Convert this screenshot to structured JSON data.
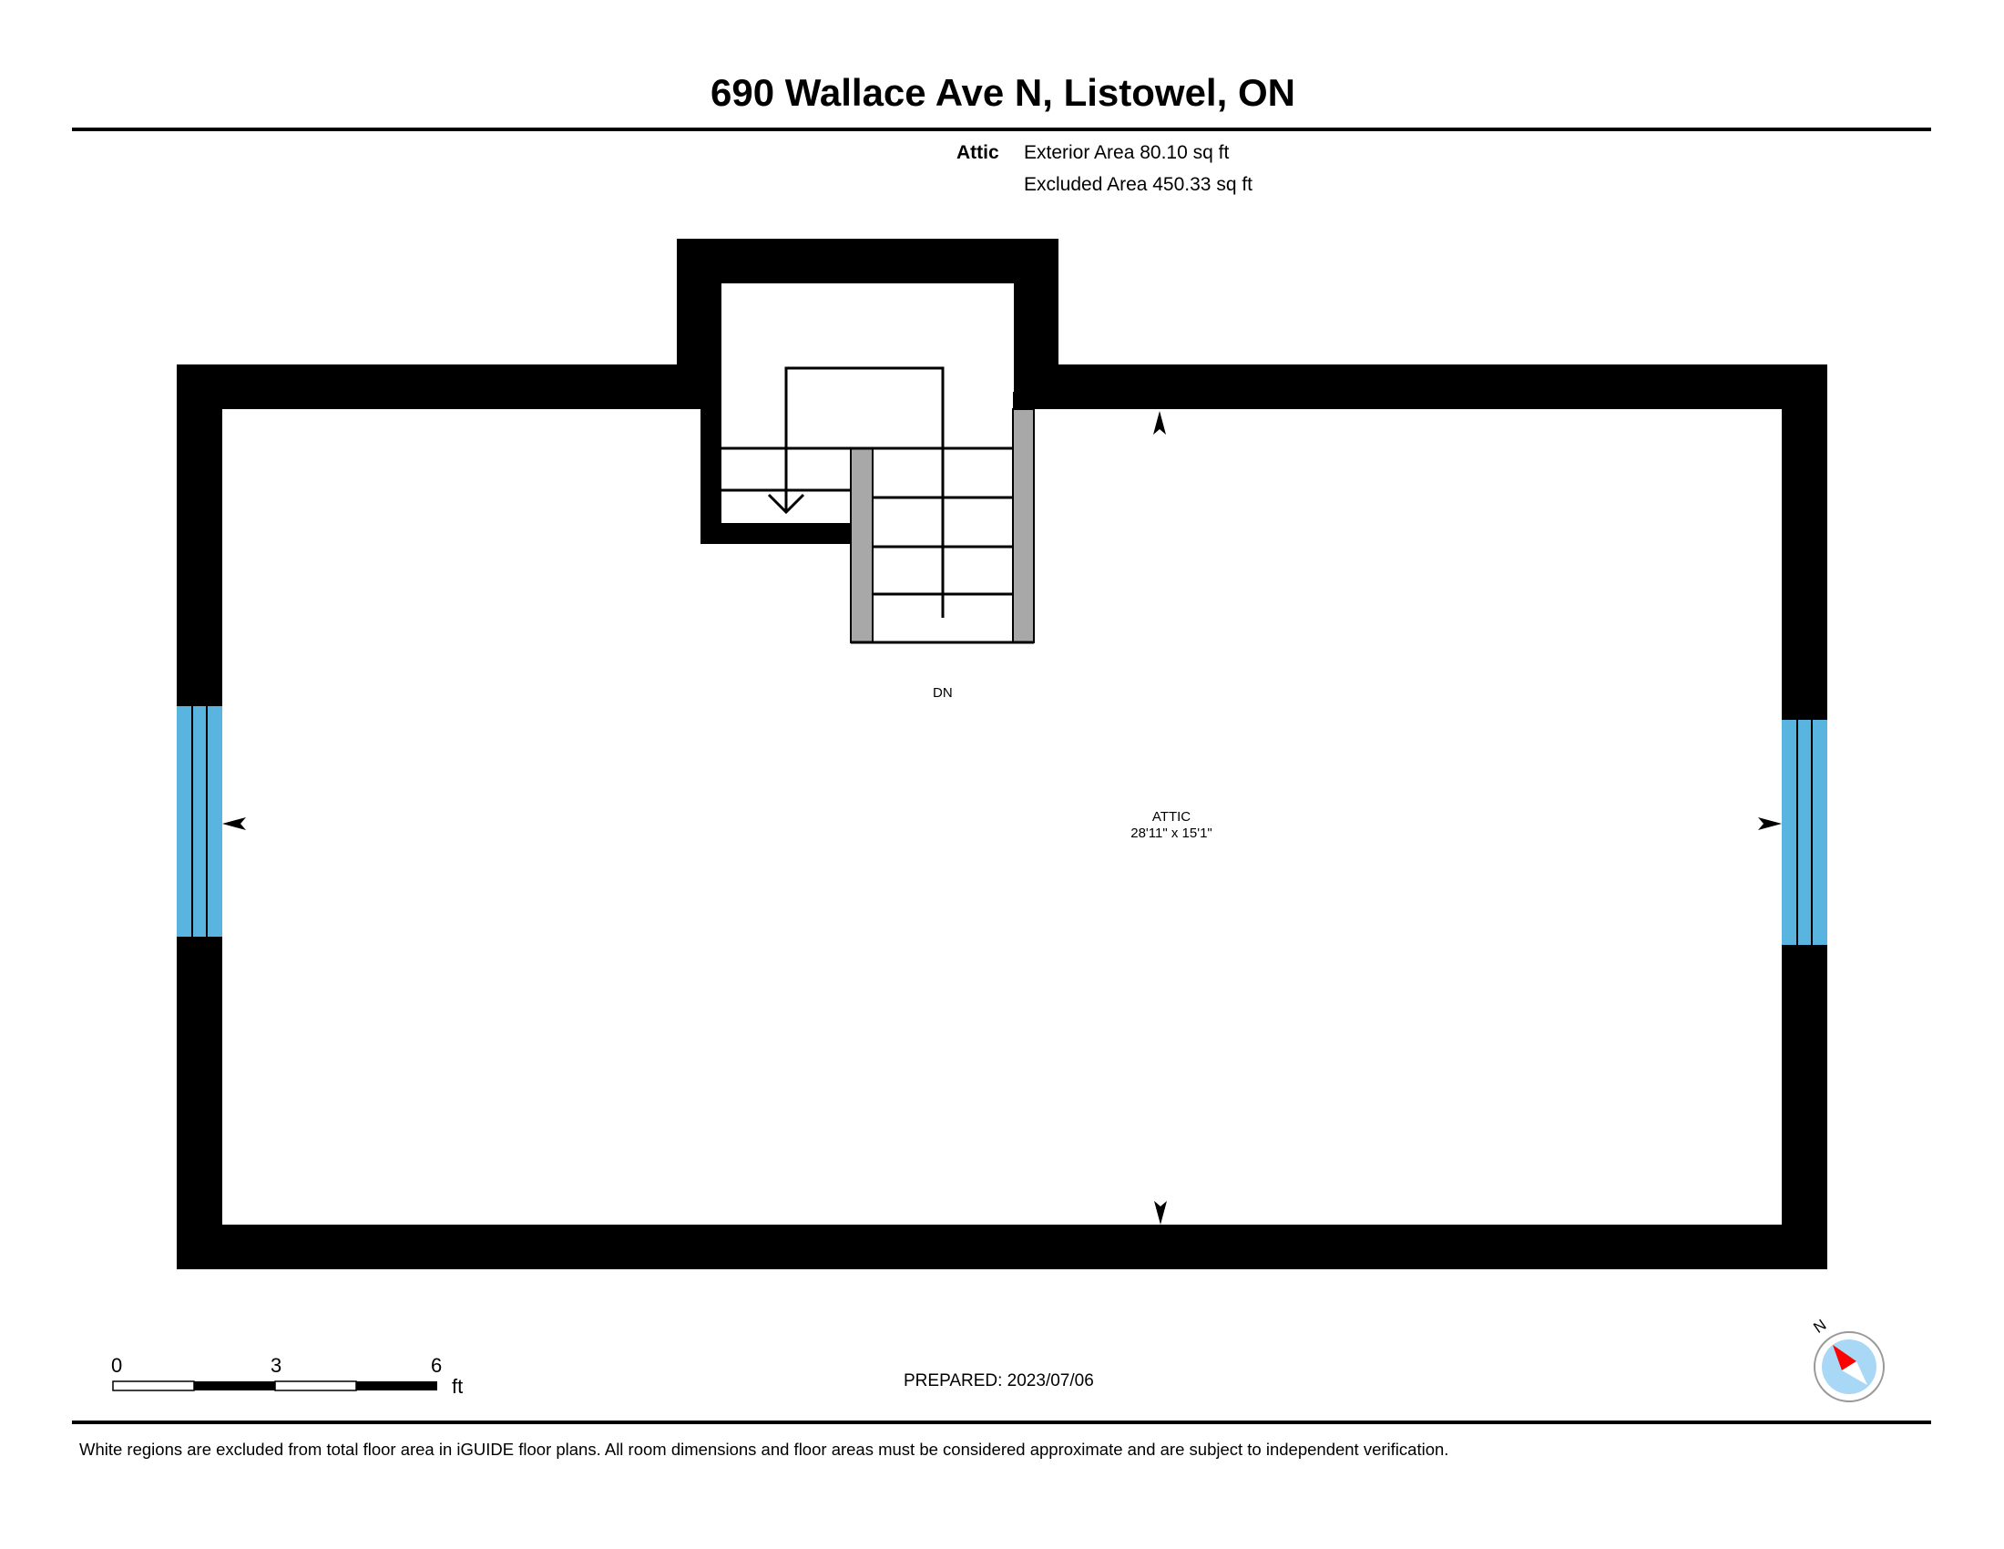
{
  "header": {
    "title": "690 Wallace Ave N, Listowel, ON"
  },
  "summary": {
    "floor": "Attic",
    "exterior_area": "Exterior Area 80.10 sq ft",
    "excluded_area": "Excluded Area 450.33 sq ft"
  },
  "plan": {
    "stair_label": "DN",
    "room_name": "ATTIC",
    "room_dims": "28'11\" x 15'1\"",
    "window_color": "#5ab4e0",
    "rail_color": "#a8a8a8"
  },
  "scale_bar": {
    "labels": [
      "0",
      "3",
      "6"
    ],
    "unit": "ft"
  },
  "prepared": "PREPARED: 2023/07/06",
  "compass": {
    "label": "N"
  },
  "footer": {
    "disclaimer": "White regions are excluded from total floor area in iGUIDE floor plans. All room dimensions and floor areas must be considered approximate and are subject to independent verification."
  }
}
